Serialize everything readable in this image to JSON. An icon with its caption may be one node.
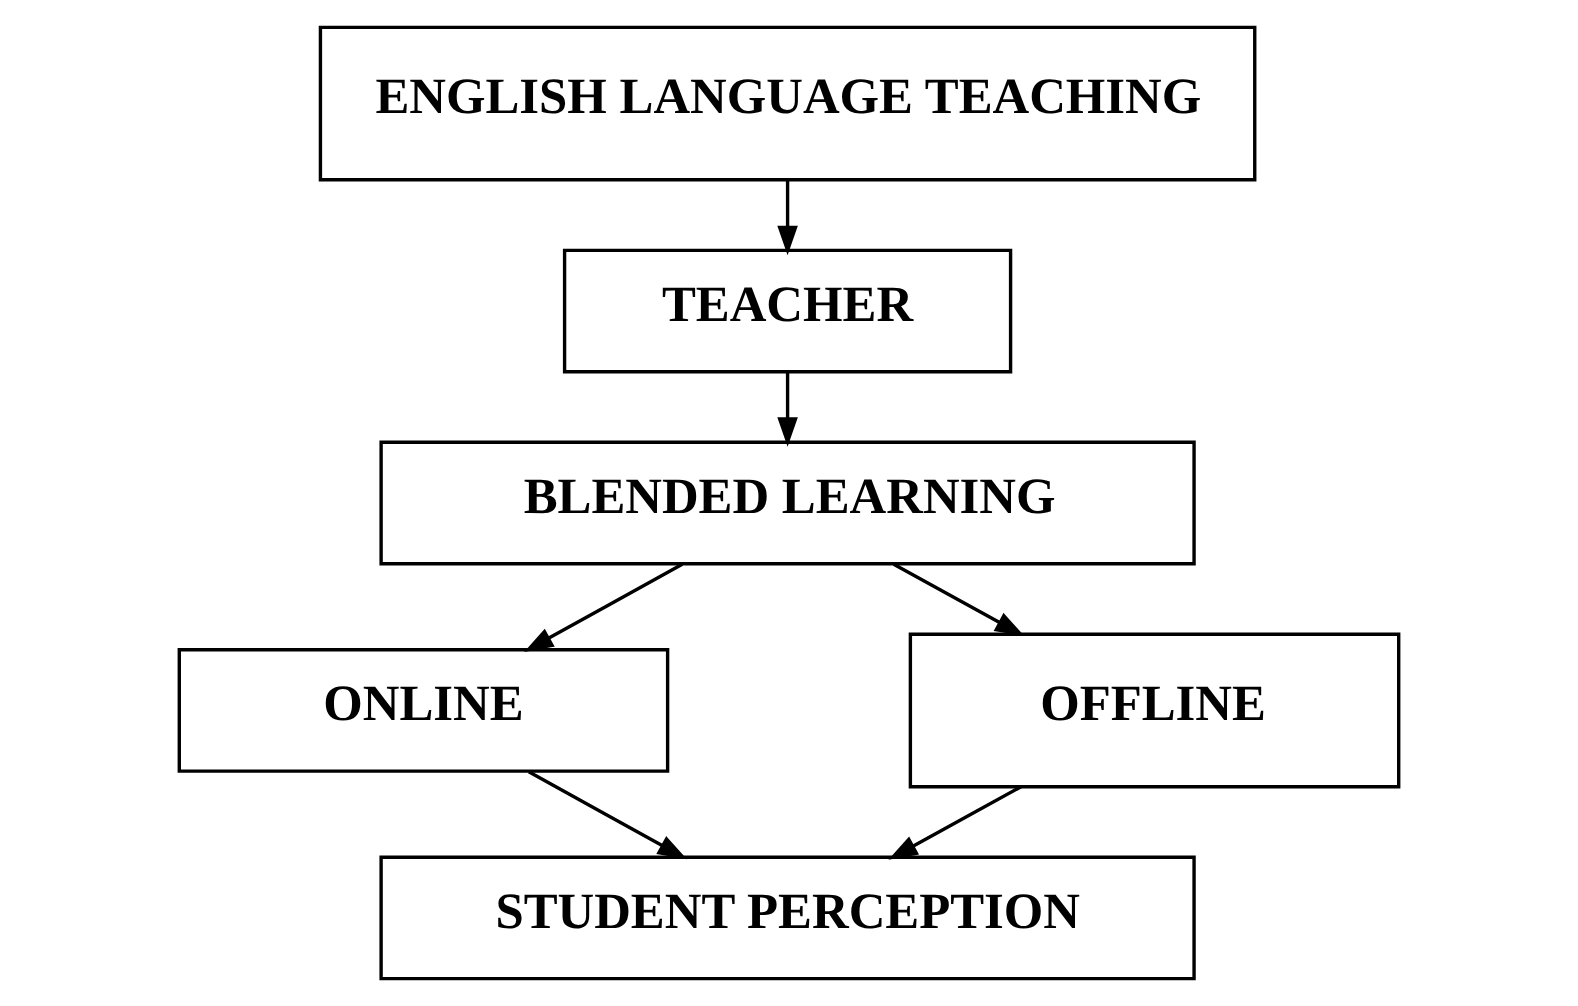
{
  "diagram": {
    "nodes": [
      {
        "text": [
          "ENGLISH LANGUAGE TEACHING"
        ]
      },
      {
        "text": [
          "TEACHER"
        ]
      },
      {
        "text": [
          "BLENDED LEARNING"
        ]
      },
      {
        "text": [
          "ONLINE"
        ]
      },
      {
        "text": [
          "OFFLINE"
        ]
      },
      {
        "text": [
          "STUDENT PERCEPTION"
        ]
      }
    ],
    "edges": [
      {
        "from": 0,
        "to": 1,
        "arrow": "to"
      },
      {
        "from": 1,
        "to": 2,
        "arrow": "to"
      },
      {
        "from": 2,
        "to": 3,
        "arrow": "to"
      },
      {
        "from": 2,
        "to": 4,
        "arrow": "to"
      },
      {
        "from": 3,
        "to": 5,
        "arrow": "to"
      },
      {
        "from": 4,
        "to": 5,
        "arrow": "to"
      }
    ]
  }
}
